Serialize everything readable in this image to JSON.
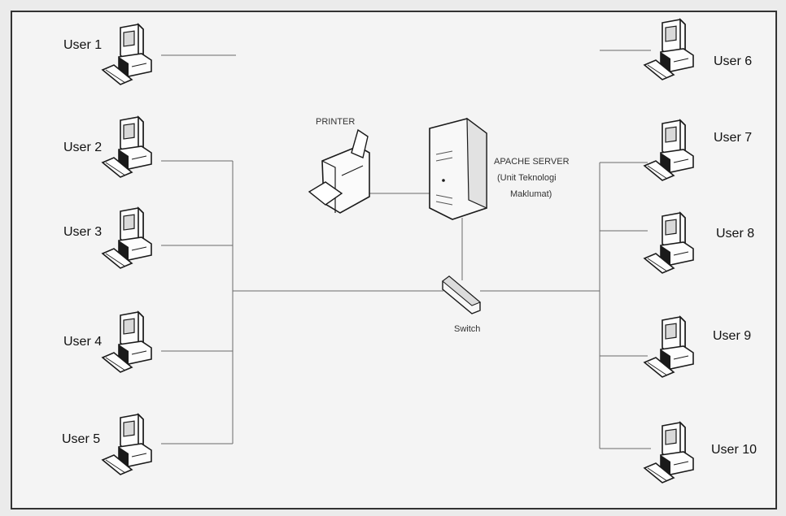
{
  "title": "",
  "users": [
    {
      "label": "User 1"
    },
    {
      "label": "User 2"
    },
    {
      "label": "User 3"
    },
    {
      "label": "User 4"
    },
    {
      "label": "User 5"
    },
    {
      "label": "User 6"
    },
    {
      "label": "User 7"
    },
    {
      "label": "User 8"
    },
    {
      "label": "User 9"
    },
    {
      "label": "User 10"
    }
  ],
  "printer": {
    "label": "PRINTER"
  },
  "server": {
    "label_line1": "APACHE SERVER",
    "label_line2": "(Unit Teknologi",
    "label_line3": "Maklumat)"
  },
  "switch": {
    "label": "Switch"
  }
}
